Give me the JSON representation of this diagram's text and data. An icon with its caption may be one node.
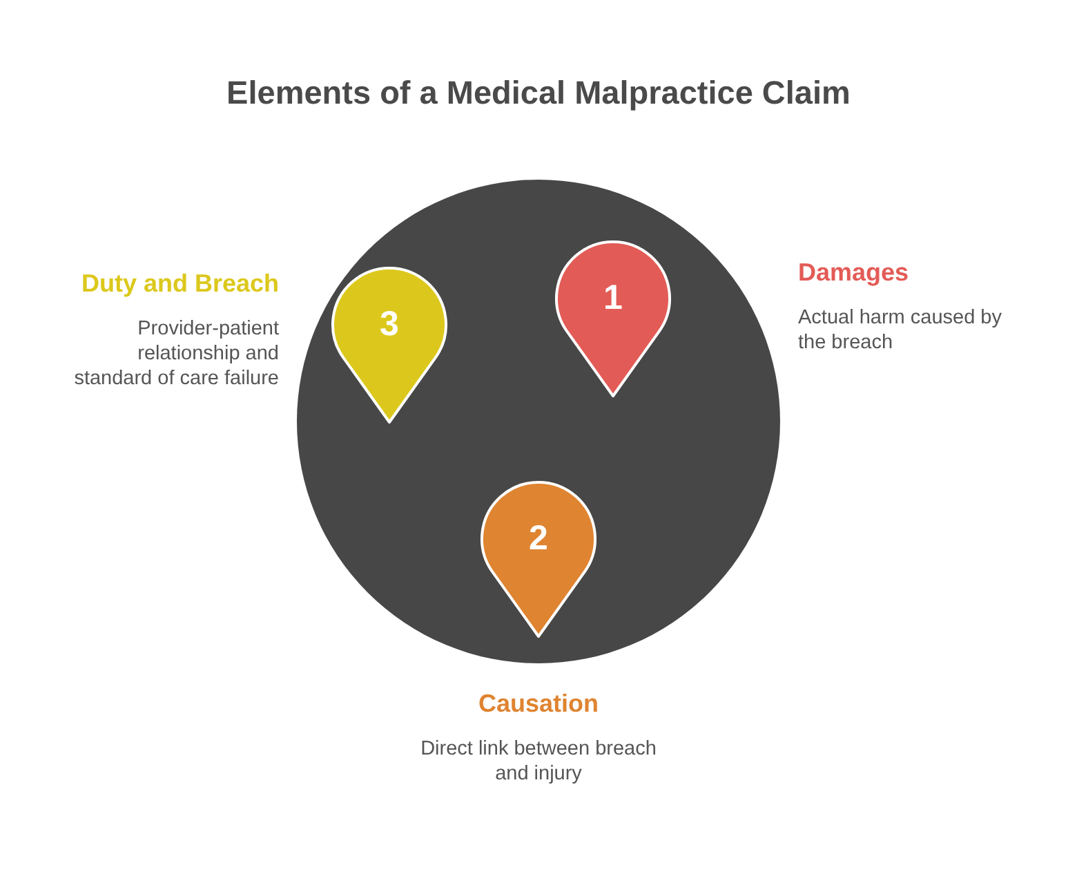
{
  "diagram": {
    "title": "Elements of a Medical Malpractice Claim",
    "nodes": [
      {
        "text": [],
        "shape": "circle"
      },
      {
        "text": [
          "1"
        ],
        "in": 0,
        "beside": [
          "Damages",
          "Actual harm caused by the breach"
        ]
      },
      {
        "text": [
          "2"
        ],
        "in": 0,
        "beside": [
          "Causation",
          "Direct link between breach and injury"
        ]
      },
      {
        "text": [
          "3"
        ],
        "in": 0,
        "beside": [
          "Duty and Breach",
          "Provider-patient relationship and standard of care failure"
        ]
      }
    ]
  }
}
